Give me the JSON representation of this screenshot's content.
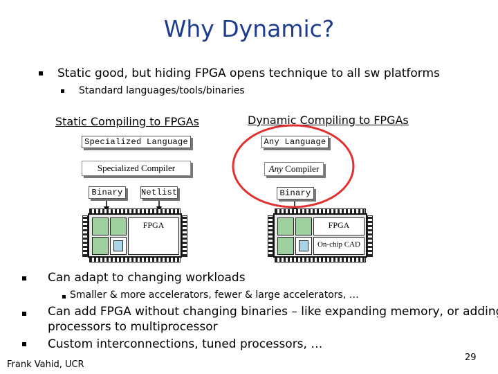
{
  "slide": {
    "title": "Why Dynamic?",
    "bullet1": "Static good, but hiding FPGA opens technique to all sw platforms",
    "sub1": "Standard languages/tools/binaries",
    "bullet2": "Can adapt to changing workloads",
    "sub2": "Smaller & more accelerators, fewer & large accelerators, …",
    "bullet3_line1": "Can add FPGA without changing binaries – like expanding memory, or adding",
    "bullet3_line2": "processors to multiprocessor",
    "bullet4": "Custom interconnections, tuned processors, …",
    "author": "Frank Vahid, UCR",
    "page_number": "29"
  },
  "diagram": {
    "static_heading": "Static Compiling to FPGAs",
    "dynamic_heading": "Dynamic Compiling to FPGAs",
    "static_language": "Specialized Language",
    "static_compiler": "Specialized Compiler",
    "static_binary": "Binary",
    "static_netlist": "Netlist",
    "static_fpga": "FPGA",
    "dynamic_language": "Any Language",
    "dynamic_compiler_em": "Any",
    "dynamic_compiler_rest": " Compiler",
    "dynamic_binary": "Binary",
    "dynamic_fpga": "FPGA",
    "dynamic_cad": "On-chip CAD",
    "highlight_color": "#e03030"
  }
}
